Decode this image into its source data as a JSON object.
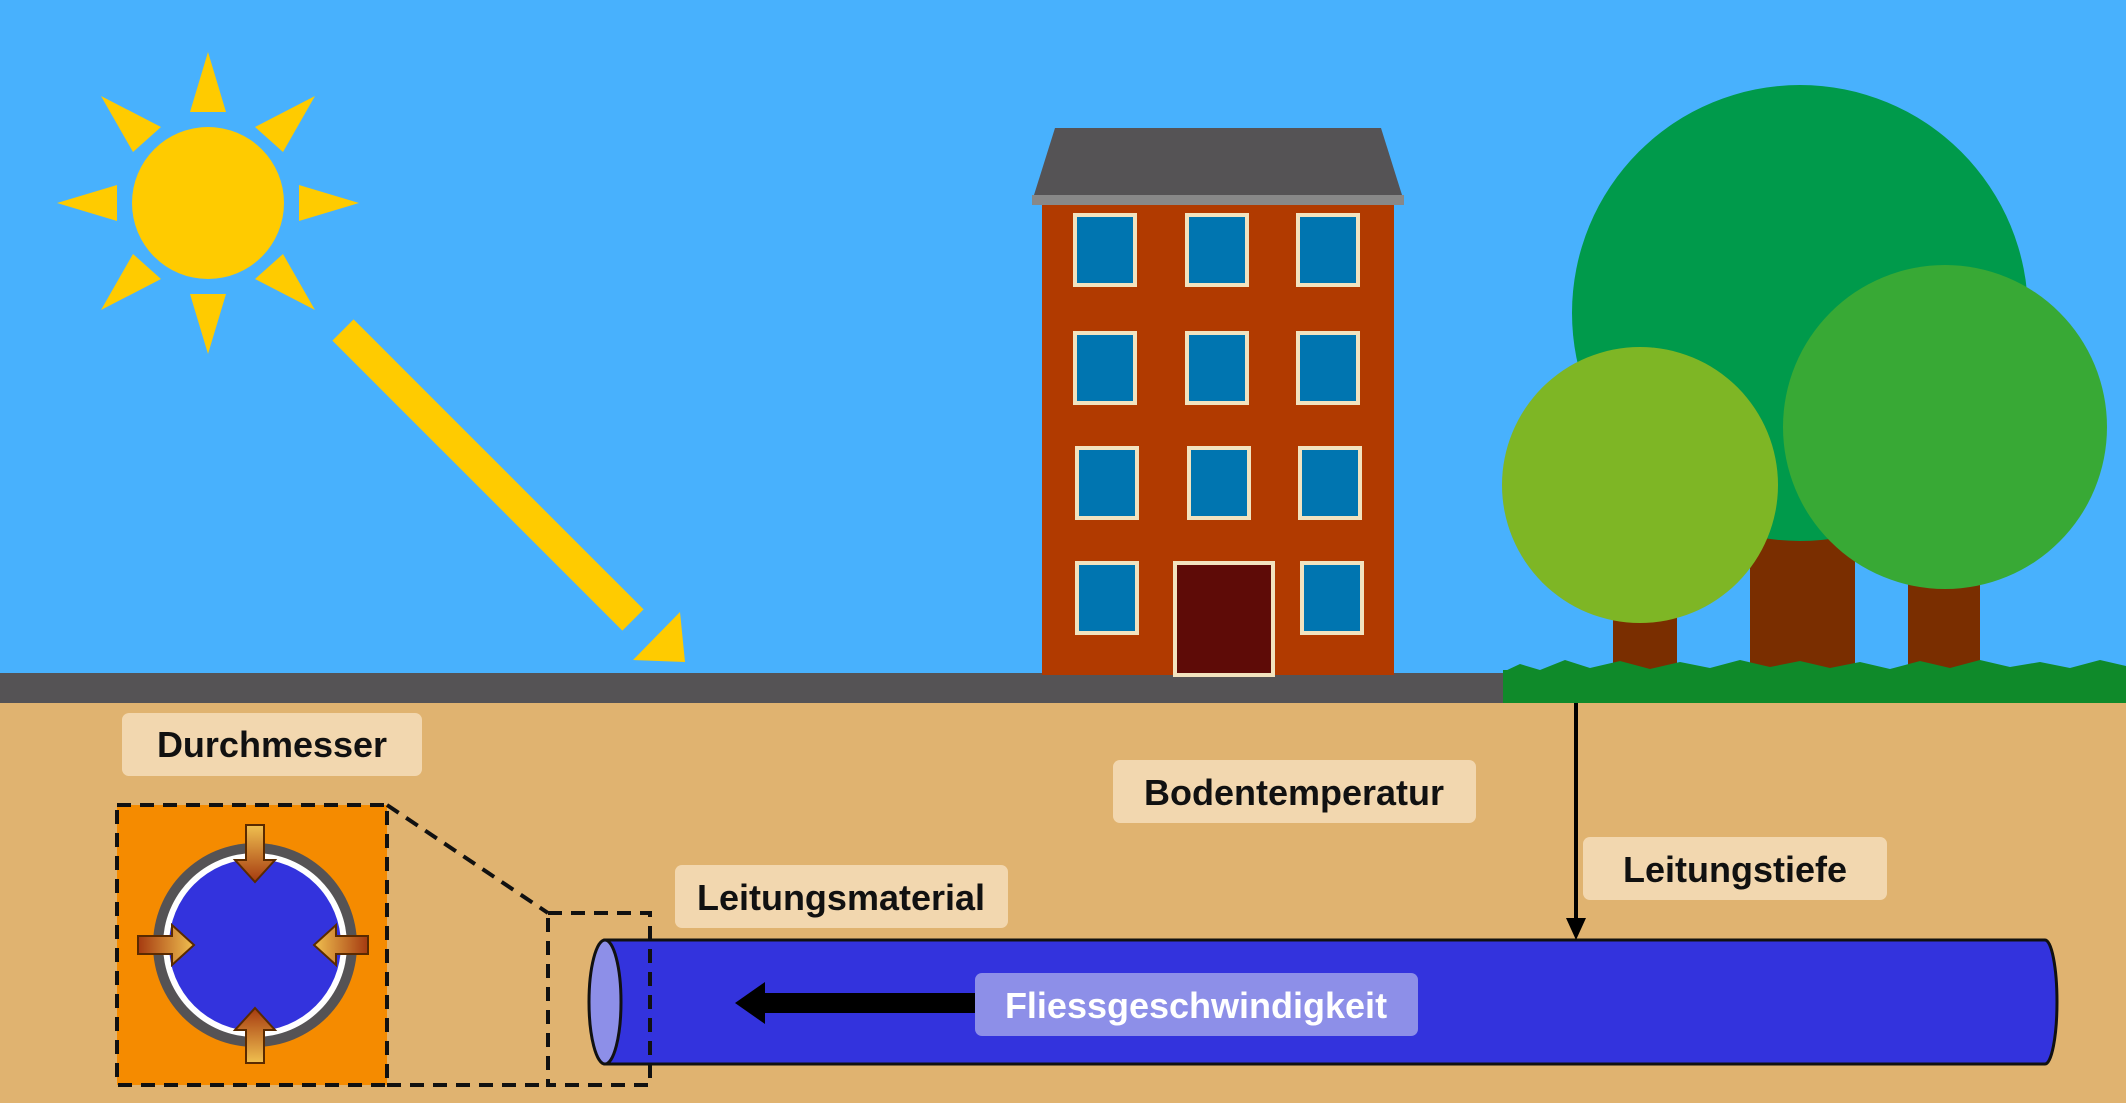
{
  "labels": {
    "durchmesser": "Durchmesser",
    "bodentemperatur": "Bodentemperatur",
    "leitungstiefe": "Leitungstiefe",
    "leitungsmaterial": "Leitungsmaterial",
    "fliessgeschwindigkeit": "Fliessgeschwindigkeit"
  },
  "colors": {
    "sky": "#48b1fd",
    "soil": "#e0b370",
    "road": "#555355",
    "grass": "#0f8a2a",
    "sun": "#ffcb00",
    "building": "#b13a00",
    "window": "#0075b0",
    "door": "#5e0b07",
    "roof": "#555355",
    "pipe": "#3333dd",
    "pipe_label": "#8d8fe8",
    "label_box": "#f2d7af",
    "inset_box": "#f58b00",
    "tree_dark": "#009a4b",
    "tree_mid": "#38a935",
    "tree_light": "#7eb625",
    "trunk": "#7a2e00"
  },
  "icons": [
    "sun-icon",
    "sun-ray-arrow-icon",
    "building-icon",
    "tree-icon",
    "pipe-icon",
    "flow-arrow-icon",
    "depth-arrow-icon",
    "heat-arrow-icon"
  ]
}
